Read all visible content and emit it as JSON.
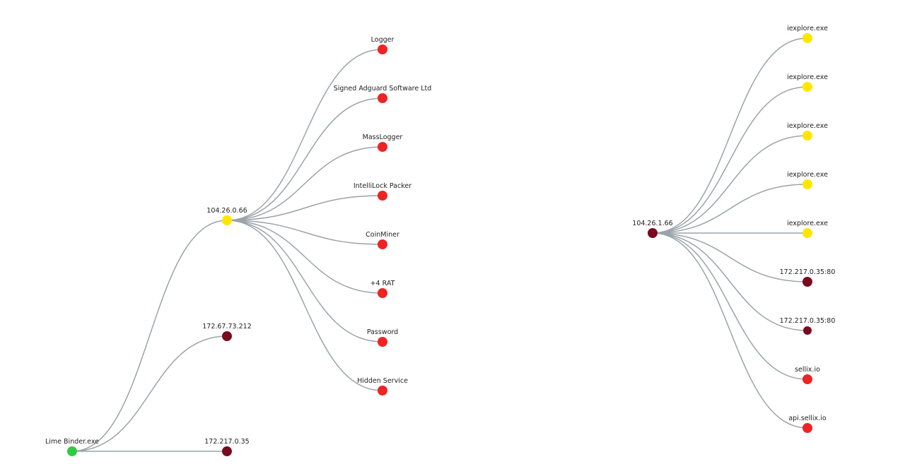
{
  "colors": {
    "edge": "#9aa3aa",
    "root": "#2ecc40",
    "suspicious": "#ffe600",
    "malicious": "#ee2424",
    "network": "#7a0a1e",
    "label": "#222222"
  },
  "trees": [
    {
      "id": "left",
      "root": {
        "label": "Lime Binder.exe",
        "color": "root"
      },
      "children": [
        {
          "label": "104.26.0.66",
          "color": "suspicious",
          "children": [
            {
              "label": "Logger",
              "color": "malicious"
            },
            {
              "label": "Signed Adguard Software Ltd",
              "color": "malicious"
            },
            {
              "label": "MassLogger",
              "color": "malicious"
            },
            {
              "label": "IntelliLock Packer",
              "color": "malicious"
            },
            {
              "label": "CoinMiner",
              "color": "malicious"
            },
            {
              "label": "+4 RAT",
              "color": "malicious"
            },
            {
              "label": "Password",
              "color": "malicious"
            },
            {
              "label": "Hidden Service",
              "color": "malicious"
            }
          ]
        },
        {
          "label": "172.67.73.212",
          "color": "network"
        },
        {
          "label": "172.217.0.35",
          "color": "network"
        }
      ]
    },
    {
      "id": "right",
      "root": {
        "label": "104.26.1.66",
        "color": "network"
      },
      "children": [
        {
          "label": "iexplore.exe",
          "color": "suspicious"
        },
        {
          "label": "iexplore.exe",
          "color": "suspicious"
        },
        {
          "label": "iexplore.exe",
          "color": "suspicious"
        },
        {
          "label": "iexplore.exe",
          "color": "suspicious"
        },
        {
          "label": "iexplore.exe",
          "color": "suspicious"
        },
        {
          "label": "172.217.0.35:80",
          "color": "network"
        },
        {
          "label": "172.217.0.35:80",
          "color": "network"
        },
        {
          "label": "sellix.io",
          "color": "malicious"
        },
        {
          "label": "api.sellix.io",
          "color": "malicious"
        }
      ]
    }
  ]
}
